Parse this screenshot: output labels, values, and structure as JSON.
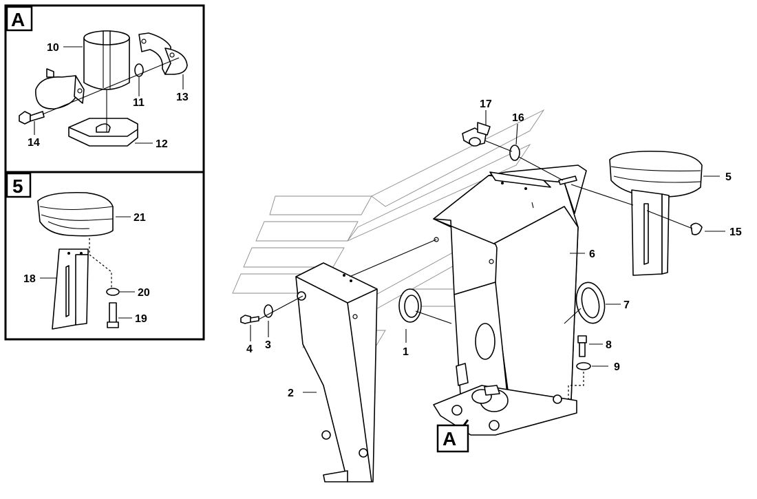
{
  "insets": {
    "a": {
      "tag": "A"
    },
    "b": {
      "tag": "5"
    }
  },
  "callout": {
    "tag": "A"
  },
  "labels": {
    "p1": "1",
    "p2": "2",
    "p3": "3",
    "p4": "4",
    "p5": "5",
    "p6": "6",
    "p7": "7",
    "p8": "8",
    "p9": "9",
    "p10": "10",
    "p11": "11",
    "p12": "12",
    "p13": "13",
    "p14": "14",
    "p15": "15",
    "p16": "16",
    "p17": "17",
    "p18": "18",
    "p19": "19",
    "p20": "20",
    "p21": "21"
  }
}
